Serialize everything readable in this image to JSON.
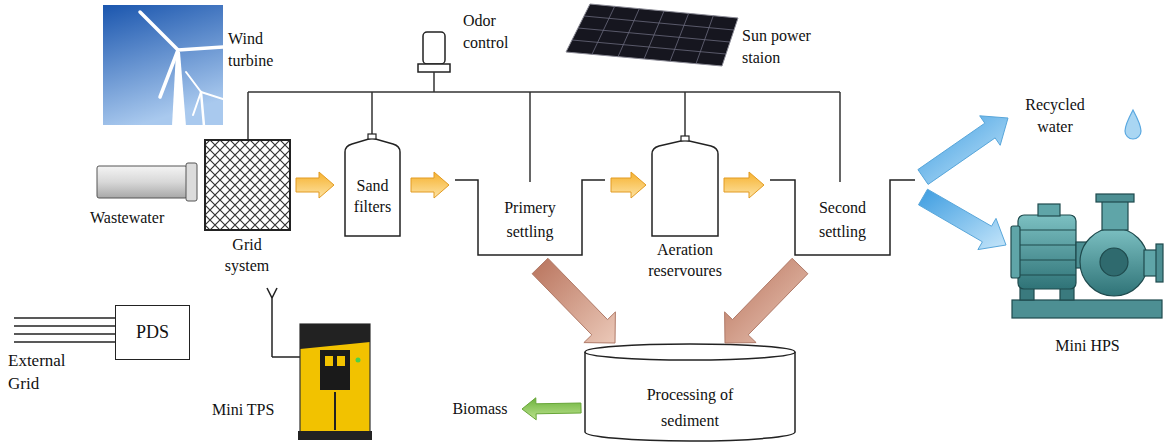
{
  "diagram": {
    "nodes": [
      {
        "text": [
          "Grid system"
        ]
      },
      {
        "text": [
          "Sand filters"
        ]
      },
      {
        "text": [
          "Primery settling"
        ]
      },
      {
        "text": [
          "Aeration reservoures"
        ]
      },
      {
        "text": [
          "Second settling"
        ]
      },
      {
        "text": [
          "Recycled water"
        ]
      },
      {
        "text": [
          "Mini HPS"
        ]
      },
      {
        "text": [
          "PDS"
        ]
      },
      {
        "text": [
          "Processing of sediment"
        ]
      },
      {
        "text": [
          "Biomass"
        ]
      }
    ],
    "edges": [
      {
        "from": 0,
        "to": 1,
        "arrow": "to"
      },
      {
        "from": 1,
        "to": 2,
        "arrow": "to"
      },
      {
        "from": 2,
        "to": 3,
        "arrow": "to"
      },
      {
        "from": 3,
        "to": 4,
        "arrow": "to"
      },
      {
        "from": 4,
        "to": 5,
        "arrow": "to"
      },
      {
        "from": 4,
        "to": 6,
        "arrow": "to"
      },
      {
        "from": 2,
        "to": 8,
        "arrow": "to"
      },
      {
        "from": 4,
        "to": 8,
        "arrow": "to"
      },
      {
        "from": 8,
        "to": 9,
        "arrow": "to"
      }
    ],
    "labels": [
      "Wind turbine",
      "Odor control",
      "Sun power staion",
      "Wastewater",
      "External Grid",
      "Mini TPS"
    ]
  }
}
